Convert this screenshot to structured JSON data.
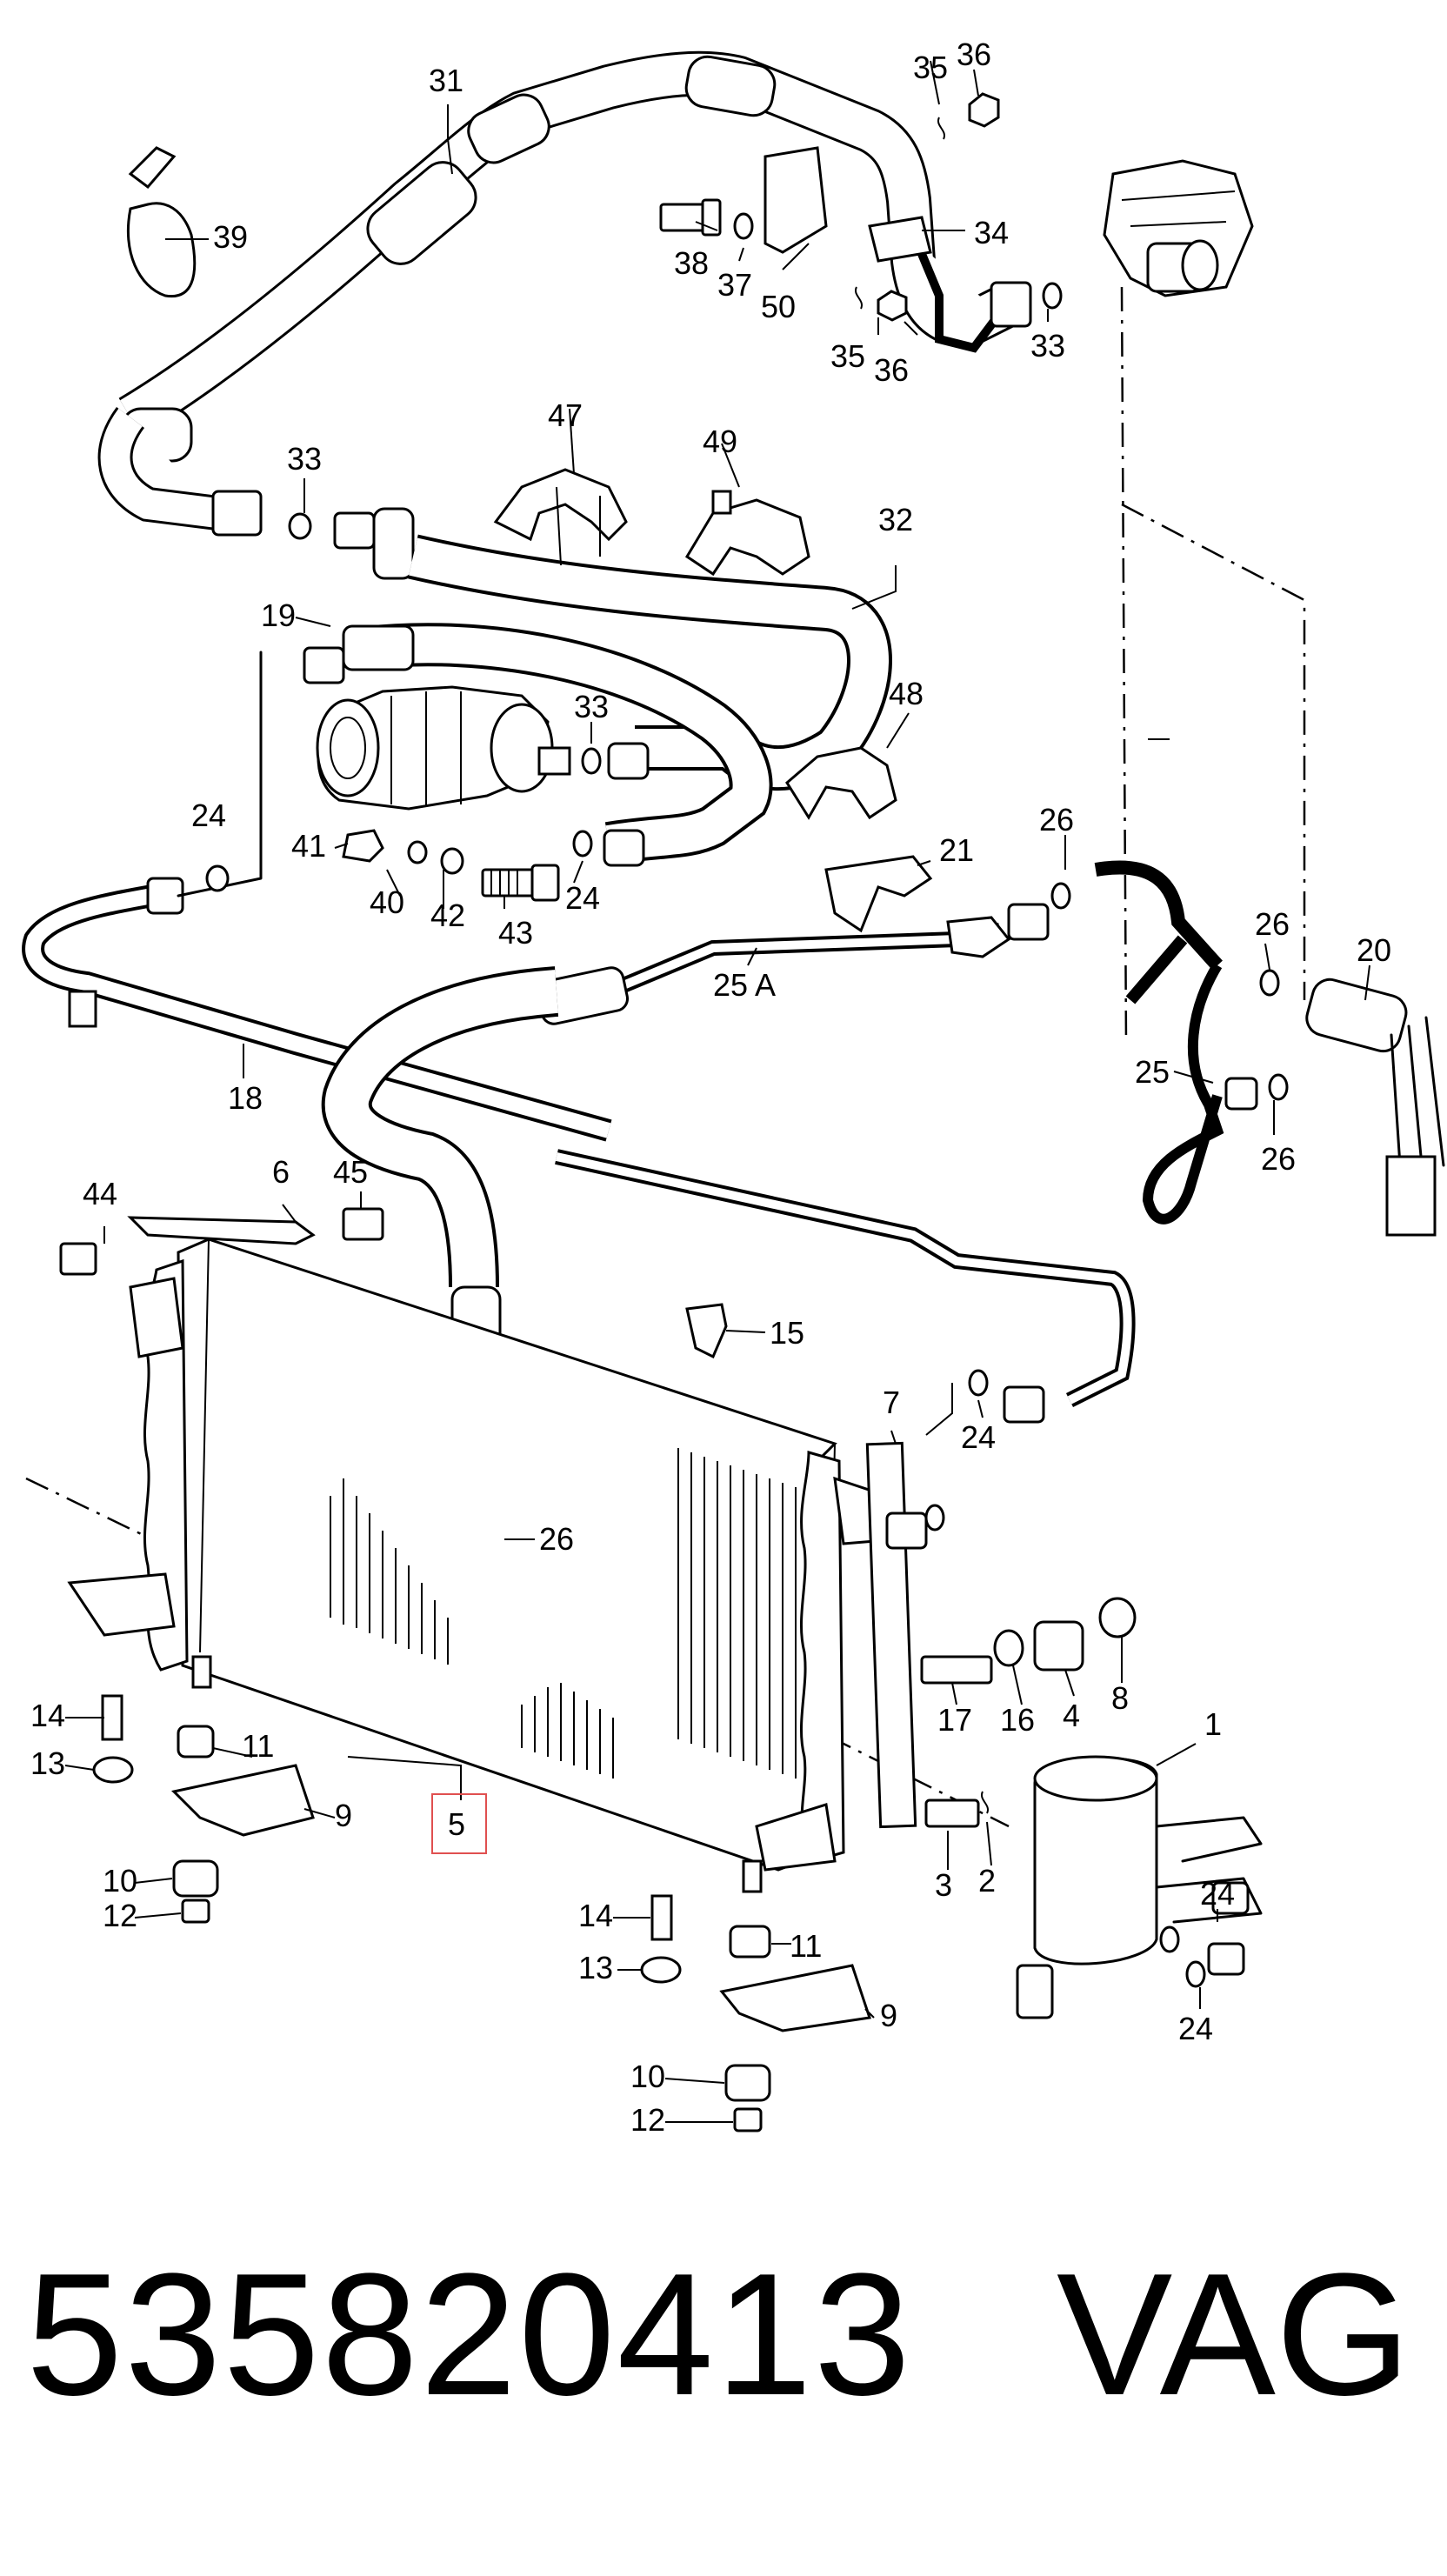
{
  "footer": {
    "part_number": "535820413",
    "brand": "VAG"
  },
  "callouts": [
    "1",
    "2",
    "3",
    "4",
    "5",
    "6",
    "7",
    "8",
    "9",
    "10",
    "11",
    "12",
    "13",
    "14",
    "15",
    "16",
    "17",
    "18",
    "19",
    "20",
    "21",
    "24",
    "25",
    "25 A",
    "26",
    "31",
    "32",
    "33",
    "34",
    "35",
    "36",
    "37",
    "38",
    "39",
    "40",
    "41",
    "42",
    "43",
    "44",
    "45",
    "47",
    "48",
    "49",
    "50"
  ],
  "highlighted_callout": "5",
  "colors": {
    "line": "#000000",
    "highlight": "#e05050",
    "background": "#ffffff"
  }
}
